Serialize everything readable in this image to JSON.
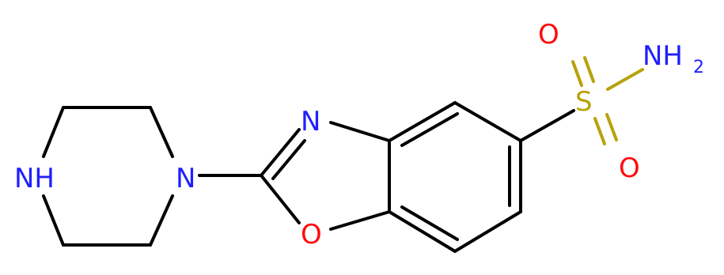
{
  "colors": {
    "bond": "#000000",
    "nitrogen": "#2020ff",
    "oxygen": "#ff0d0d",
    "sulfur": "#b8a20d"
  },
  "atoms": {
    "piperazine_nh": "NH",
    "piperazine_n": "N",
    "oxazole_n": "N",
    "oxazole_o": "O",
    "sulfur": "S",
    "sulfonyl_o_top": "O",
    "sulfonyl_o_bottom": "O",
    "amine_n": "NH",
    "amine_subscript": "2"
  }
}
